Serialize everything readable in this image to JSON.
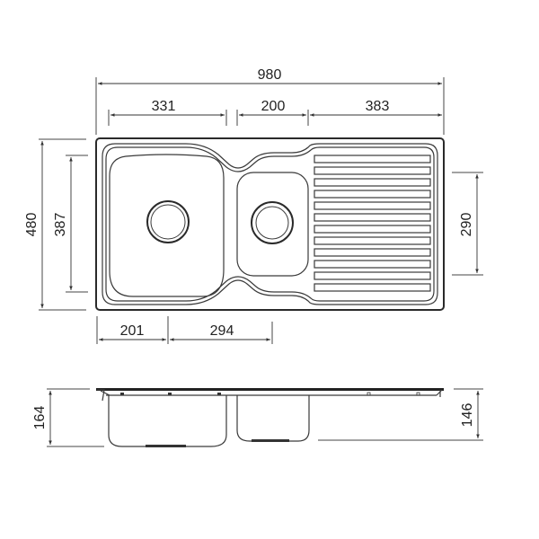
{
  "diagram": {
    "type": "technical-drawing",
    "subject": "double-bowl kitchen sink with drainboard",
    "line_color": "#2a2a2a",
    "background": "#ffffff"
  },
  "top_view": {
    "dimensions": {
      "overall_width": "980",
      "large_bowl_width": "331",
      "small_bowl_width": "200",
      "drainboard_width": "383",
      "overall_depth": "480",
      "large_bowl_depth": "387",
      "small_bowl_depth": "290",
      "large_bowl_drain_offset": "201",
      "drain_spacing": "294"
    },
    "drainboard_groove_count": 12
  },
  "side_view": {
    "dimensions": {
      "large_bowl_height": "164",
      "small_bowl_height": "146"
    }
  }
}
